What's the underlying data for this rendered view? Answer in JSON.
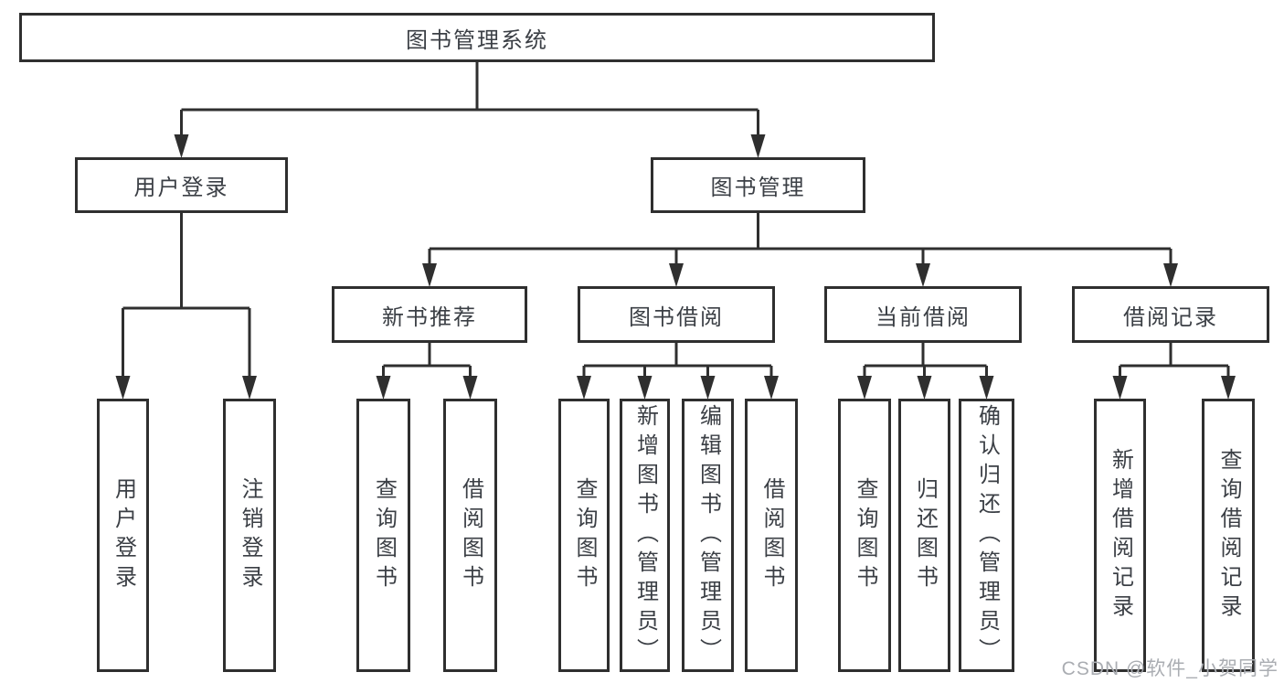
{
  "diagram": {
    "type": "tree",
    "nodes": [
      {
        "id": "root",
        "label": "图书管理系统",
        "parent": null,
        "orientation": "horizontal"
      },
      {
        "id": "user-login",
        "label": "用户登录",
        "parent": "root",
        "orientation": "horizontal"
      },
      {
        "id": "book-management",
        "label": "图书管理",
        "parent": "root",
        "orientation": "horizontal"
      },
      {
        "id": "new-book-recommend",
        "label": "新书推荐",
        "parent": "book-management",
        "orientation": "horizontal"
      },
      {
        "id": "book-borrowing",
        "label": "图书借阅",
        "parent": "book-management",
        "orientation": "horizontal"
      },
      {
        "id": "current-borrowing",
        "label": "当前借阅",
        "parent": "book-management",
        "orientation": "horizontal"
      },
      {
        "id": "borrowing-records",
        "label": "借阅记录",
        "parent": "book-management",
        "orientation": "horizontal"
      },
      {
        "id": "leaf-user-login",
        "label": "用户登录",
        "parent": "user-login",
        "orientation": "vertical"
      },
      {
        "id": "leaf-logout",
        "label": "注销登录",
        "parent": "user-login",
        "orientation": "vertical"
      },
      {
        "id": "nb-query-books",
        "label": "查询图书",
        "parent": "new-book-recommend",
        "orientation": "vertical"
      },
      {
        "id": "nb-borrow-books",
        "label": "借阅图书",
        "parent": "new-book-recommend",
        "orientation": "vertical"
      },
      {
        "id": "bb-query-books",
        "label": "查询图书",
        "parent": "book-borrowing",
        "orientation": "vertical"
      },
      {
        "id": "bb-add-books",
        "label": "新增图书（管理员）",
        "parent": "book-borrowing",
        "orientation": "vertical"
      },
      {
        "id": "bb-edit-books",
        "label": "编辑图书（管理员）",
        "parent": "book-borrowing",
        "orientation": "vertical"
      },
      {
        "id": "bb-borrow-books",
        "label": "借阅图书",
        "parent": "book-borrowing",
        "orientation": "vertical"
      },
      {
        "id": "cb-query-books",
        "label": "查询图书",
        "parent": "current-borrowing",
        "orientation": "vertical"
      },
      {
        "id": "cb-return-books",
        "label": "归还图书",
        "parent": "current-borrowing",
        "orientation": "vertical"
      },
      {
        "id": "cb-confirm-return",
        "label": "确认归还（管理员）",
        "parent": "current-borrowing",
        "orientation": "vertical"
      },
      {
        "id": "br-add-record",
        "label": "新增借阅记录",
        "parent": "borrowing-records",
        "orientation": "vertical"
      },
      {
        "id": "br-query-record",
        "label": "查询借阅记录",
        "parent": "borrowing-records",
        "orientation": "vertical"
      }
    ],
    "colors": {
      "line": "#2f2f2f",
      "box_border": "#2f2f2f",
      "box_fill": "#ffffff",
      "text": "#3b3f45",
      "background": "#ffffff",
      "watermark": "#aaadb2"
    }
  },
  "watermark": {
    "text": "CSDN @软件_小贺同学"
  }
}
